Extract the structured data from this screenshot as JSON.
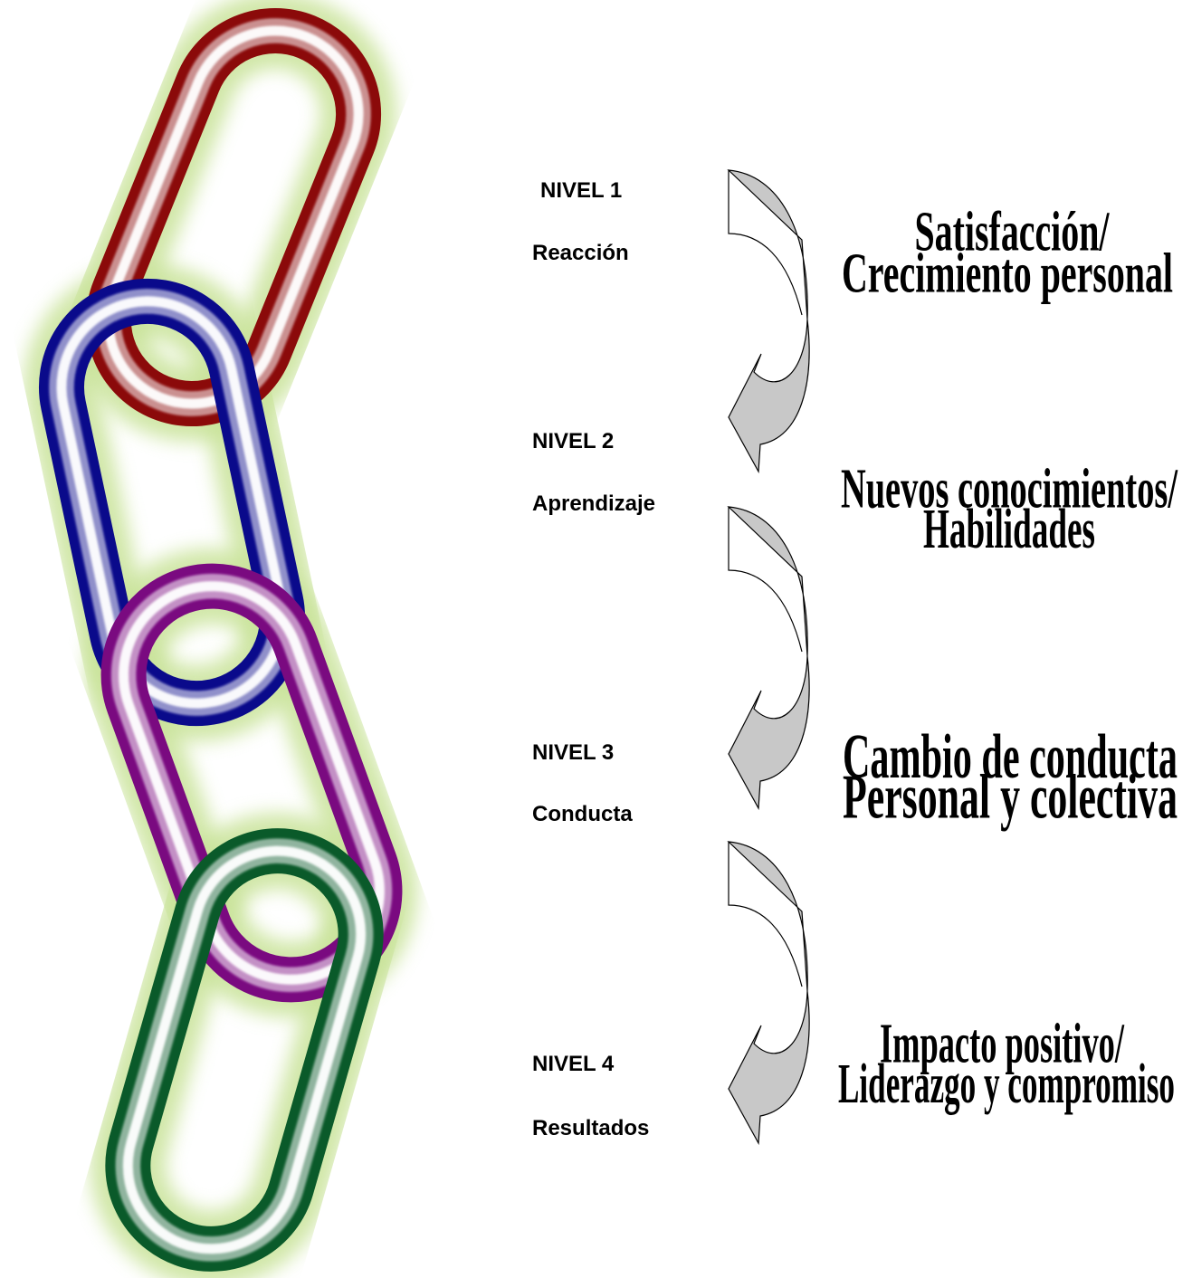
{
  "links": [
    {
      "name": "red-link",
      "color": "#8b0a0a"
    },
    {
      "name": "blue-link",
      "color": "#0a0a8b"
    },
    {
      "name": "purple-link",
      "color": "#7a0a80"
    },
    {
      "name": "green-link",
      "color": "#0a5a2a"
    }
  ],
  "glow_color": "#c9e39a",
  "levels": [
    {
      "number": "NIVEL 1",
      "name": "Reacción",
      "outcome_line1": "Satisfacción/",
      "outcome_line2": "Crecimiento personal"
    },
    {
      "number": "NIVEL 2",
      "name": "Aprendizaje",
      "outcome_line1": "Nuevos conocimientos/",
      "outcome_line2": "Habilidades"
    },
    {
      "number": "NIVEL 3",
      "name": "Conducta",
      "outcome_line1": "Cambio de conducta",
      "outcome_line2": "Personal y colectiva"
    },
    {
      "number": "NIVEL 4",
      "name": "Resultados",
      "outcome_line1": "Impacto positivo/",
      "outcome_line2": "Liderazgo y compromiso"
    }
  ],
  "arrow_fill": "#c8c8c8"
}
